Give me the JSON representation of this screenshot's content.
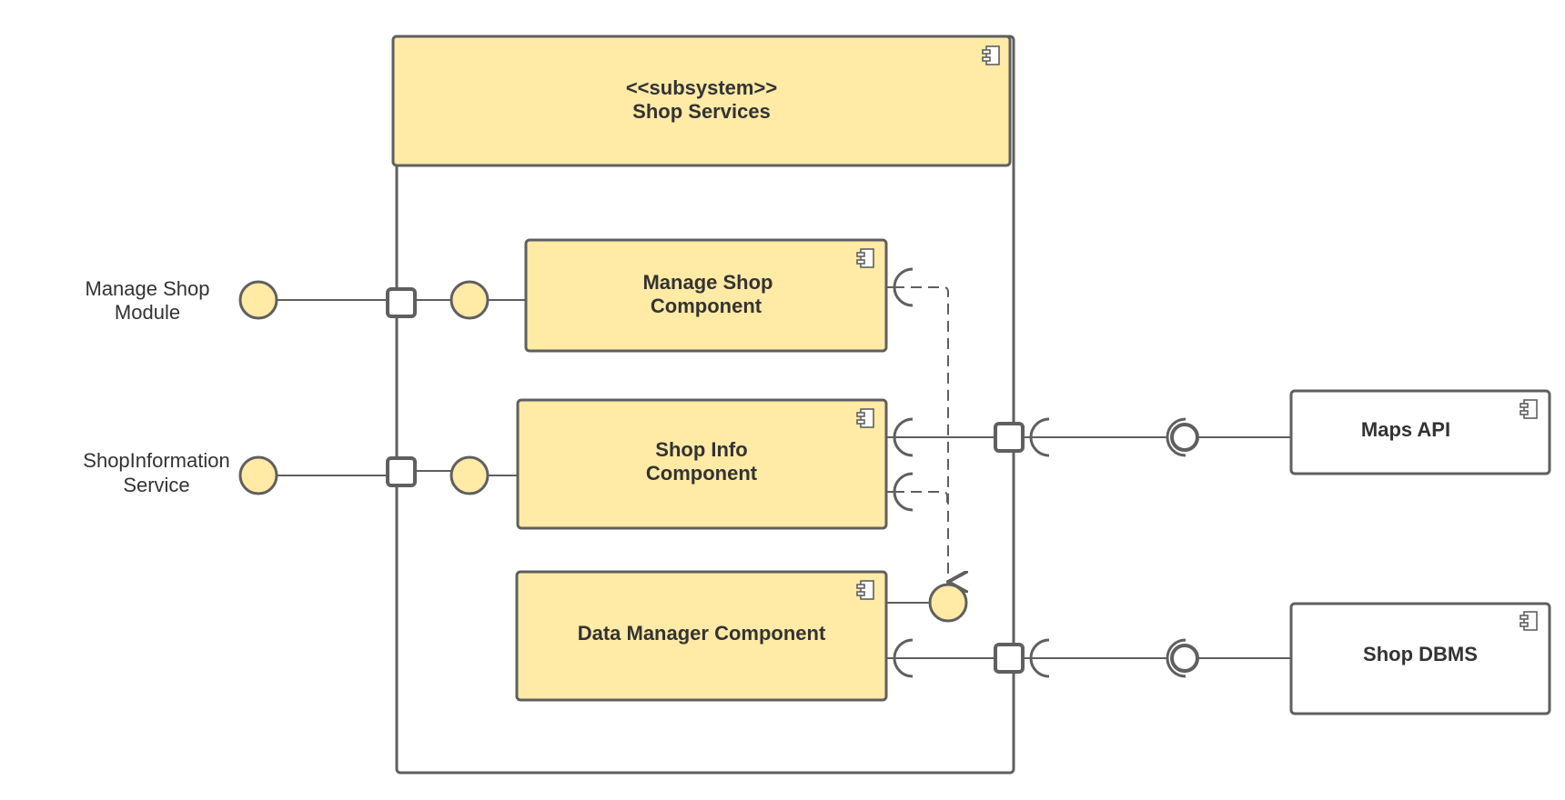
{
  "subsystem": {
    "stereotype": "<<subsystem>>",
    "name": "Shop Services"
  },
  "components": {
    "manage_shop": {
      "line1": "Manage Shop",
      "line2": "Component"
    },
    "shop_info": {
      "line1": "Shop Info",
      "line2": "Component"
    },
    "data_manager": {
      "label": "Data Manager Component"
    }
  },
  "external": {
    "maps_api": "Maps API",
    "shop_dbms": "Shop DBMS"
  },
  "interfaces": {
    "manage_shop_module": {
      "line1": "Manage Shop",
      "line2": "Module"
    },
    "shop_information_service": {
      "line1": "ShopInformation",
      "line2": "Service"
    }
  },
  "colors": {
    "fill": "#ffeaa6",
    "stroke": "#5f5f5f",
    "text": "#333333"
  }
}
